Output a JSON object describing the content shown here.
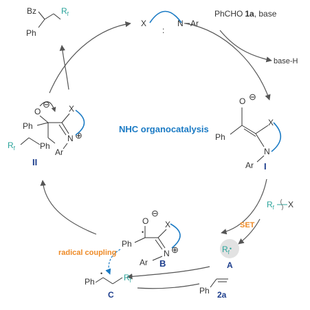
{
  "center_title": "NHC organocatalysis",
  "catalyst": {
    "x_atom": "X",
    "n_atom": "N",
    "ar": "Ar",
    "lone_pair": ":"
  },
  "reagents": {
    "aldehyde": "PhCHO",
    "aldehyde_label": "1a",
    "base_text": ", base",
    "base_h": "base-H"
  },
  "intermediate_I": {
    "label": "I",
    "oxygen": "O",
    "ph": "Ph",
    "x_atom": "X",
    "n_atom": "N",
    "ar": "Ar",
    "charge": "⊖"
  },
  "rf_x_reagent": {
    "rf": "R",
    "sub": "f",
    "x": "X"
  },
  "set_label": "SET",
  "radical_A": {
    "rf": "R",
    "sub": "f",
    "dot": "•",
    "label": "A"
  },
  "intermediate_B": {
    "label": "B",
    "oxygen": "O",
    "ph": "Ph",
    "x_atom": "X",
    "n_atom": "N",
    "ar": "Ar",
    "charge_minus": "⊖",
    "charge_plus": "⊕",
    "radical_dot": "•"
  },
  "radical_coupling_label": "radical coupling",
  "styrene": {
    "ph": "Ph",
    "label": "2a"
  },
  "radical_C": {
    "ph": "Ph",
    "rf": "R",
    "sub": "f",
    "label": "C",
    "dot": "•"
  },
  "intermediate_II": {
    "label": "II",
    "oxygen": "O",
    "ph1": "Ph",
    "ph2": "Ph",
    "rf": "R",
    "sub": "f",
    "x_atom": "X",
    "n_atom": "N",
    "ar": "Ar",
    "charge_minus": "⊖",
    "charge_plus": "⊕"
  },
  "product": {
    "bz": "Bz",
    "ph": "Ph",
    "rf": "R",
    "sub": "f"
  },
  "colors": {
    "teal": "#29a39a",
    "blue": "#1a7ac4",
    "navy": "#1c3d8c",
    "orange": "#ee8a26",
    "dark": "#333333",
    "arrow": "#555555",
    "radical_bg": "#e2e2e2"
  }
}
